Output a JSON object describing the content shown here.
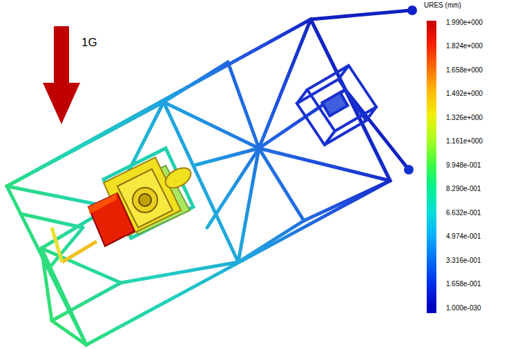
{
  "diagram": {
    "labels": [
      "1G",
      "URES (mm)"
    ],
    "legend": [
      {
        "text": "1.990e+000",
        "color": "#c80000"
      },
      {
        "text": "1.824e+000",
        "color": "#ff2000"
      },
      {
        "text": "1.658e+000",
        "color": "#ff7000"
      },
      {
        "text": "1.492e+000",
        "color": "#ffbe00"
      },
      {
        "text": "1.326e+000",
        "color": "#f0f000"
      },
      {
        "text": "1.161e+000",
        "color": "#a8ff20"
      },
      {
        "text": "9.948e-001",
        "color": "#40ff40"
      },
      {
        "text": "8.290e-001",
        "color": "#00f090"
      },
      {
        "text": "6.632e-001",
        "color": "#00e0d8"
      },
      {
        "text": "4.974e-001",
        "color": "#00b0ff"
      },
      {
        "text": "3.316e-001",
        "color": "#0070ff"
      },
      {
        "text": "1.658e-001",
        "color": "#0030f0"
      },
      {
        "text": "1.000e-030",
        "color": "#0000c0"
      }
    ]
  }
}
